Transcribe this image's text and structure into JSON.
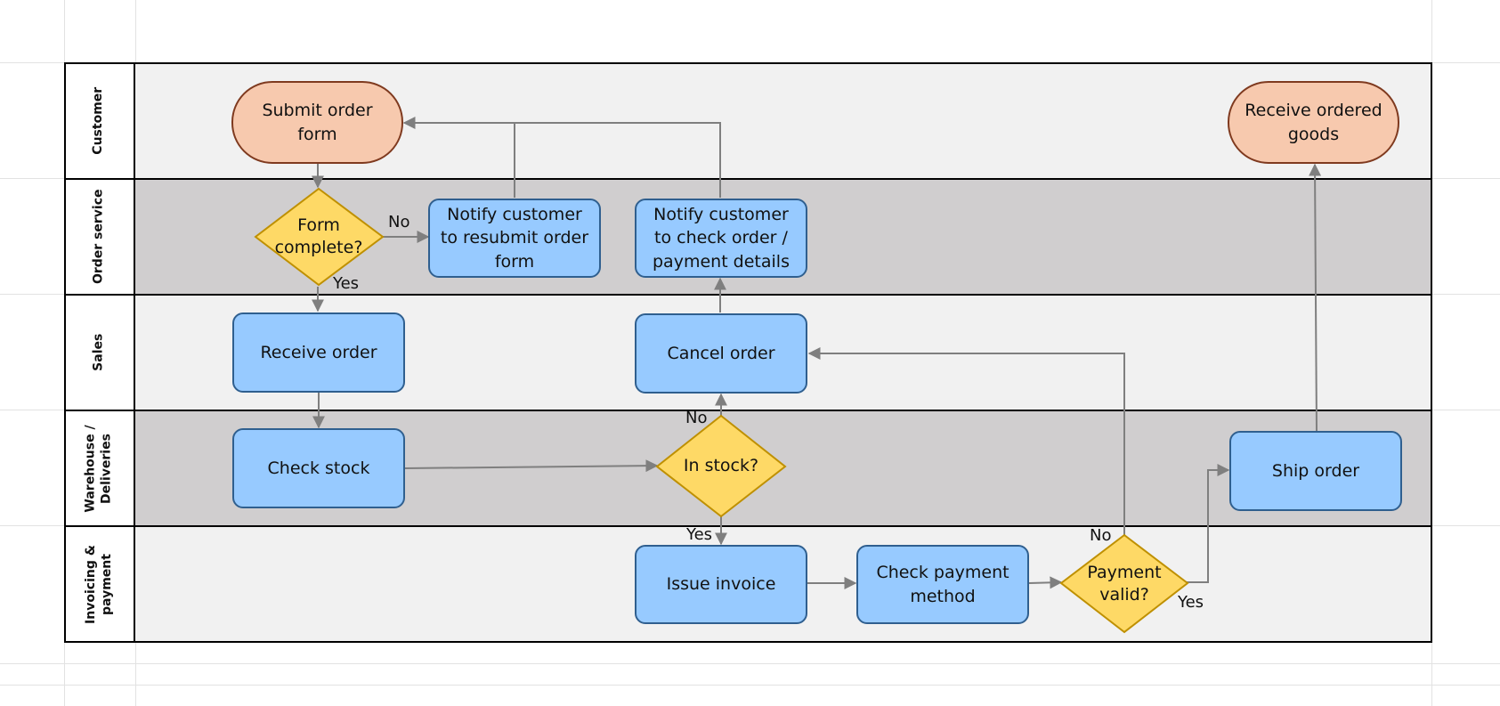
{
  "lanes": {
    "customer": "Customer",
    "order_service": "Order service",
    "sales": "Sales",
    "warehouse": "Warehouse /\nDeliveries",
    "invoicing": "Invoicing &\npayment"
  },
  "nodes": {
    "submit_order_form": "Submit order\nform",
    "receive_ordered_goods": "Receive ordered\ngoods",
    "form_complete": "Form\ncomplete?",
    "notify_resubmit": "Notify customer\nto resubmit order\nform",
    "notify_check_details": "Notify customer\nto check order /\npayment details",
    "receive_order": "Receive order",
    "cancel_order": "Cancel order",
    "check_stock": "Check stock",
    "in_stock": "In stock?",
    "ship_order": "Ship order",
    "issue_invoice": "Issue invoice",
    "check_payment_method": "Check payment\nmethod",
    "payment_valid": "Payment\nvalid?"
  },
  "edge_labels": {
    "form_no": "No",
    "form_yes": "Yes",
    "stock_no": "No",
    "stock_yes": "Yes",
    "payment_no": "No",
    "payment_yes": "Yes"
  },
  "colors": {
    "process_fill": "#97caff",
    "terminal_fill": "#f7c9ae",
    "decision_fill": "#fed966",
    "lane_light": "#f1f1f1",
    "lane_dark": "#d0cecf",
    "connector": "#7f7f7f"
  }
}
